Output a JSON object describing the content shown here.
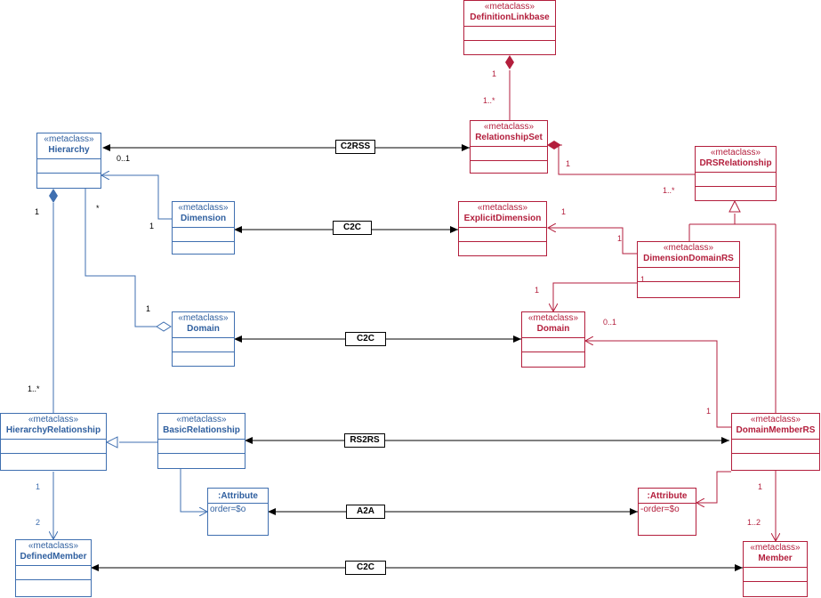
{
  "stereotype": "«metaclass»",
  "colors": {
    "blue": "#3f6fb0",
    "red": "#b31e3c",
    "black": "#000000"
  },
  "classes": {
    "definition_linkbase": {
      "name": "DefinitionLinkbase"
    },
    "relationship_set": {
      "name": "RelationshipSet"
    },
    "drs_relationship": {
      "name": "DRSRelationship"
    },
    "hierarchy": {
      "name": "Hierarchy"
    },
    "dimension": {
      "name": "Dimension"
    },
    "explicit_dimension": {
      "name": "ExplicitDimension"
    },
    "dimension_domain_rs": {
      "name": "DimensionDomainRS"
    },
    "domain_blue": {
      "name": "Domain"
    },
    "domain_red": {
      "name": "Domain"
    },
    "hierarchy_relationship": {
      "name": "HierarchyRelationship"
    },
    "basic_relationship": {
      "name": "BasicRelationship"
    },
    "domain_member_rs": {
      "name": "DomainMemberRS"
    },
    "attribute_blue": {
      "name": ":Attribute",
      "attribute": "order=$o"
    },
    "attribute_red": {
      "name": ":Attribute",
      "attribute": "-order=$o"
    },
    "defined_member": {
      "name": "DefinedMember"
    },
    "member": {
      "name": "Member"
    }
  },
  "associations": {
    "c2rss": "C2RSS",
    "c2c_dimension": "C2C",
    "c2c_domain": "C2C",
    "rs2rs": "RS2RS",
    "a2a": "A2A",
    "c2c_member": "C2C"
  },
  "multiplicities": {
    "dl_1": "1",
    "rs_1star": "1..*",
    "hier_0_1": "0..1",
    "rs_1": "1",
    "drs_1star": "1..*",
    "hier_1": "1",
    "hier_star": "*",
    "dim_1": "1",
    "ed_1": "1",
    "ddrs_1a": "1",
    "ddrs_1b": "1",
    "dom_red_1": "1",
    "dom_blue_1": "1",
    "dom_red_01": "0..1",
    "hr_1star": "1..*",
    "dmrs_1": "1",
    "hr_1": "1",
    "dm_2": "2",
    "dmrs_1b": "1",
    "member_1_2": "1..2"
  }
}
